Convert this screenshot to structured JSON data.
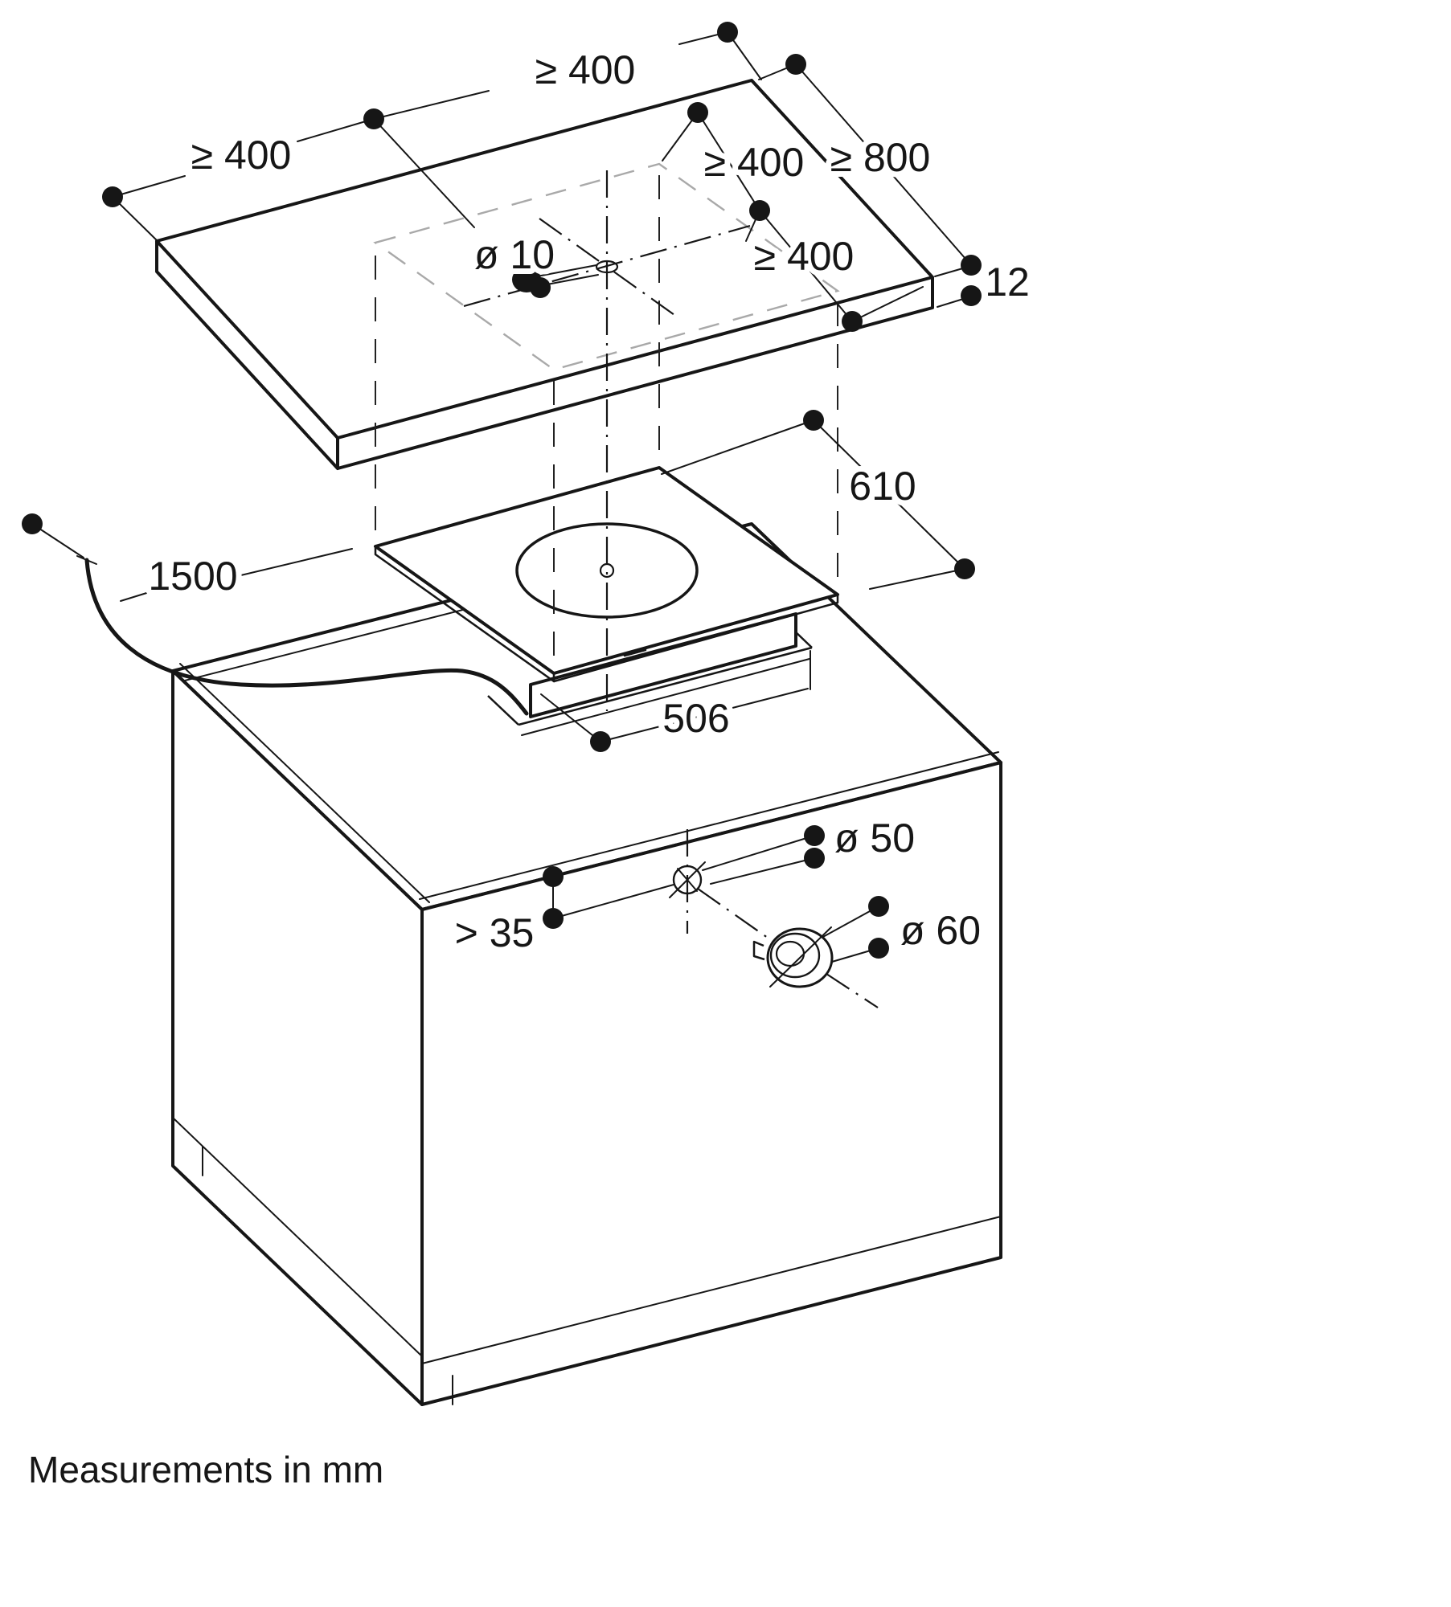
{
  "footer": "Measurements in mm",
  "colors": {
    "line": "#161616",
    "cutout_dash": "#a9a9a9",
    "background": "#ffffff"
  },
  "labels": {
    "clearance_left": "≥ 400",
    "clearance_back": "≥ 400",
    "clearance_right": "≥ 400",
    "clearance_front_right": "≥ 400",
    "worktop_depth": "≥ 800",
    "worktop_thickness": "12",
    "hole_center": "ø 10",
    "worktop_distance": "610",
    "cable_length": "1500",
    "cutout_width": "506",
    "edge_distance": "> 35",
    "hole_50": "ø 50",
    "hole_60": "ø 60"
  }
}
